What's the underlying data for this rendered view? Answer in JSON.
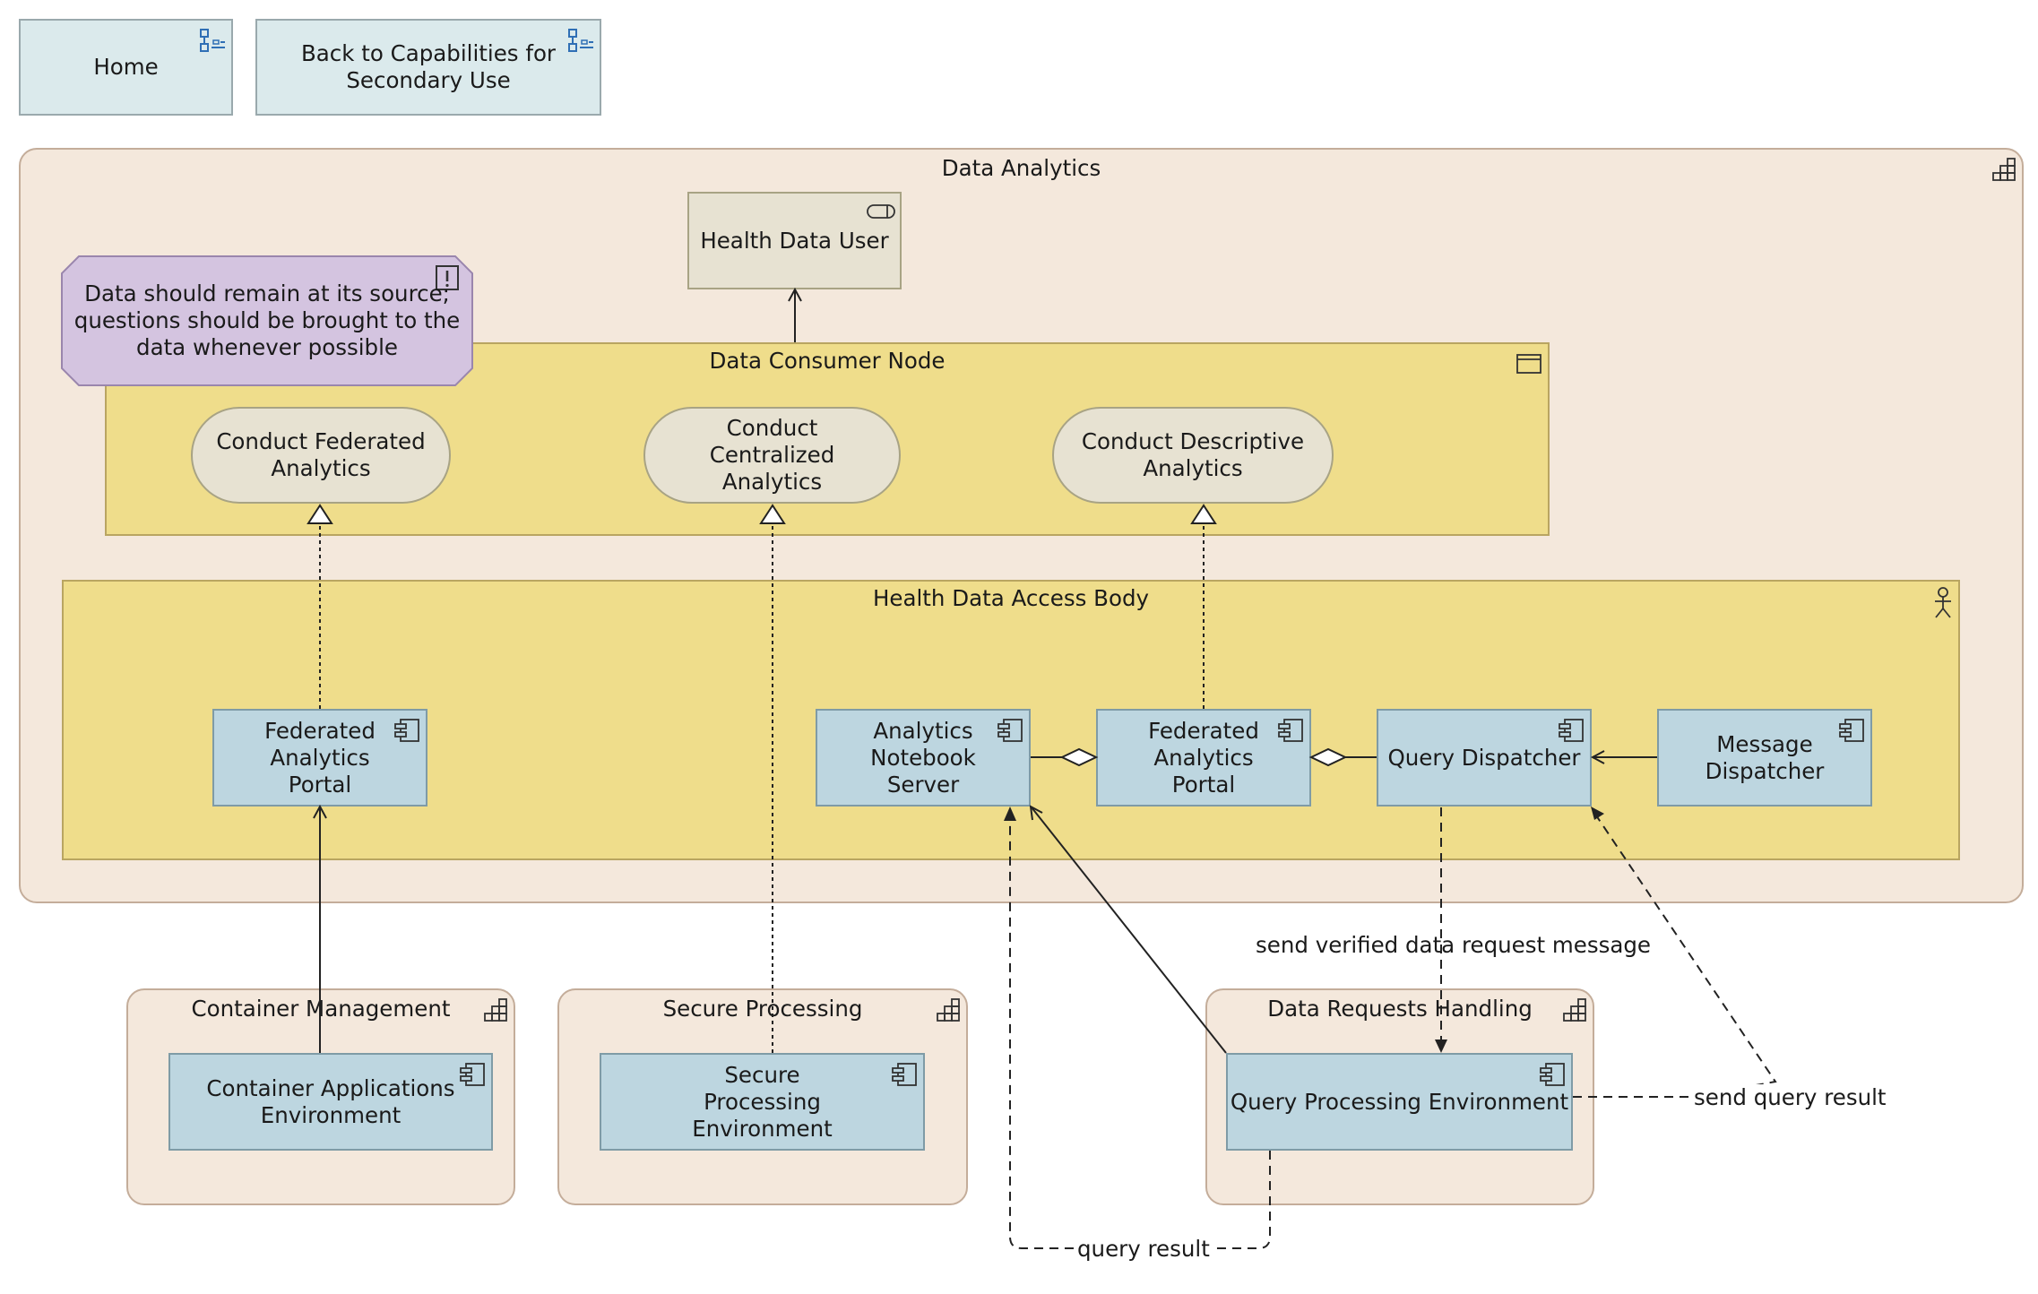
{
  "nav": {
    "home_label": "Home",
    "back_label": "Back to Capabilities for Secondary Use"
  },
  "groups": {
    "data_analytics": "Data Analytics",
    "container_management": "Container Management",
    "secure_processing": "Secure Processing",
    "data_requests_handling": "Data Requests Handling"
  },
  "nodes": {
    "data_consumer_node": "Data Consumer Node",
    "health_data_access_body": "Health Data Access Body"
  },
  "interfaces": {
    "health_data_user": "Health Data User"
  },
  "note": {
    "text": "Data should remain at its source; questions should be brought to the data whenever possible"
  },
  "services": {
    "federated": "Conduct Federated Analytics",
    "centralized": "Conduct Centralized Analytics",
    "descriptive": "Conduct Descriptive Analytics"
  },
  "components": {
    "fap_left": "Federated Analytics Portal",
    "notebook": "Analytics Notebook Server",
    "fap_right": "Federated Analytics Portal",
    "query_dispatcher": "Query Dispatcher",
    "message_dispatcher": "Message Dispatcher",
    "container_env": "Container Applications Environment",
    "secure_env": "Secure Processing Environment",
    "query_env": "Query Processing Environment"
  },
  "edge_labels": {
    "send_verified": "send verified data request message",
    "send_query_result": "send query result",
    "query_result": "query result"
  },
  "colors": {
    "group_fill": "#f4e8dc",
    "node_fill": "#efdd8b",
    "component_fill": "#bdd6e0",
    "service_fill": "#e7e2d2",
    "note_fill": "#d4c4e0",
    "button_fill": "#dbeaec",
    "icon_blue": "#2f6fb5"
  }
}
